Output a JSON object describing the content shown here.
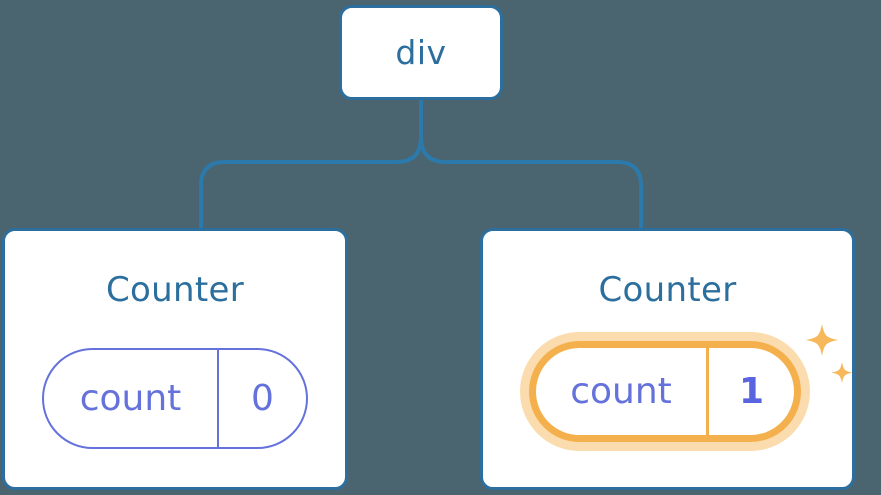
{
  "diagram": {
    "background_color": "#4a656f",
    "node_border_color": "#2c6f9e",
    "node_text_color": "#2c6f9e",
    "connector_color": "#2c79ab",
    "pill_color": "#6572dc",
    "highlight_color": "#f5b04e",
    "highlight_glow_color": "#fbdcae",
    "root": {
      "label": "div"
    },
    "children": [
      {
        "label": "Counter",
        "state": {
          "key": "count",
          "value": "0",
          "highlighted": false
        }
      },
      {
        "label": "Counter",
        "state": {
          "key": "count",
          "value": "1",
          "highlighted": true
        },
        "sparkle_icons": [
          "sparkle-large",
          "sparkle-small"
        ]
      }
    ]
  }
}
